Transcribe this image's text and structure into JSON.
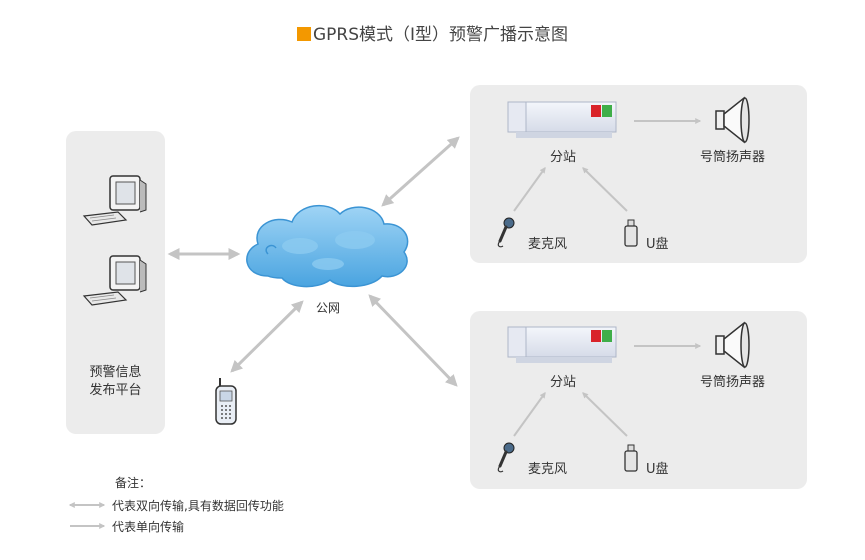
{
  "title": "GPRS模式（I型）预警广播示意图",
  "platform": {
    "line1": "预警信息",
    "line2": "发布平台"
  },
  "cloud_label": "公网",
  "stations": [
    {
      "substation": "分站",
      "speaker": "号筒扬声器",
      "mic": "麦克风",
      "usb": "U盘"
    },
    {
      "substation": "分站",
      "speaker": "号筒扬声器",
      "mic": "麦克风",
      "usb": "U盘"
    }
  ],
  "legend": {
    "heading": "备注：",
    "double": "代表双向传输,具有数据回传功能",
    "single": "代表单向传输"
  },
  "colors": {
    "accent": "#f39800",
    "panel": "#ececec",
    "arrow": "#c4c4c4",
    "cloud": "#5fb3e8",
    "led_red": "#d9232a",
    "led_green": "#3fae49"
  }
}
